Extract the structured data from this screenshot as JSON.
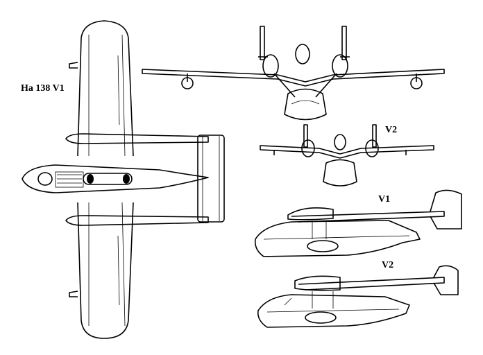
{
  "labels": {
    "main_title": "Ha 138 V1",
    "front_v2": "V2",
    "side_v1": "V1",
    "side_v2": "V2"
  }
}
